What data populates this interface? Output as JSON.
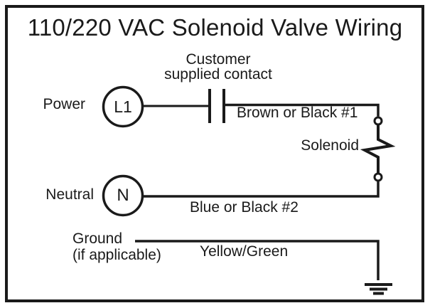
{
  "diagram": {
    "title": "110/220 VAC Solenoid Valve Wiring",
    "labels": {
      "power": "Power",
      "l1_terminal": "L1",
      "contact": "Customer\nsupplied contact",
      "wire1": "Brown or Black #1",
      "solenoid": "Solenoid",
      "neutral": "Neutral",
      "n_terminal": "N",
      "wire2": "Blue or Black #2",
      "ground": "Ground\n(if applicable)",
      "ground_wire": "Yellow/Green"
    },
    "colors": {
      "line": "#1a1a1a",
      "text": "#1a1a1a",
      "background": "#ffffff"
    }
  }
}
